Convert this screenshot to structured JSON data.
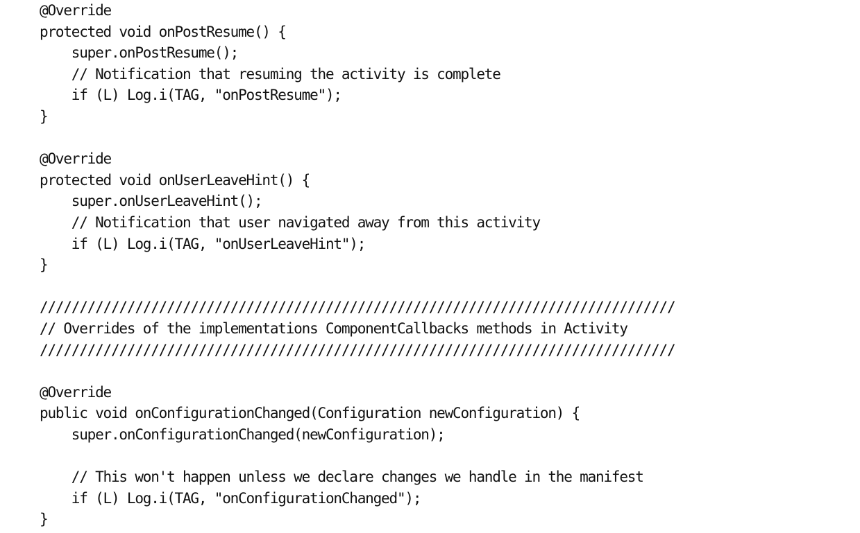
{
  "code": {
    "lines": [
      "@Override",
      "protected void onPostResume() {",
      "    super.onPostResume();",
      "    // Notification that resuming the activity is complete",
      "    if (L) Log.i(TAG, \"onPostResume\");",
      "}",
      "",
      "@Override",
      "protected void onUserLeaveHint() {",
      "    super.onUserLeaveHint();",
      "    // Notification that user navigated away from this activity",
      "    if (L) Log.i(TAG, \"onUserLeaveHint\");",
      "}",
      "",
      "////////////////////////////////////////////////////////////////////////////////",
      "// Overrides of the implementations ComponentCallbacks methods in Activity",
      "////////////////////////////////////////////////////////////////////////////////",
      "",
      "@Override",
      "public void onConfigurationChanged(Configuration newConfiguration) {",
      "    super.onConfigurationChanged(newConfiguration);",
      "",
      "    // This won't happen unless we declare changes we handle in the manifest",
      "    if (L) Log.i(TAG, \"onConfigurationChanged\");",
      "}"
    ]
  }
}
